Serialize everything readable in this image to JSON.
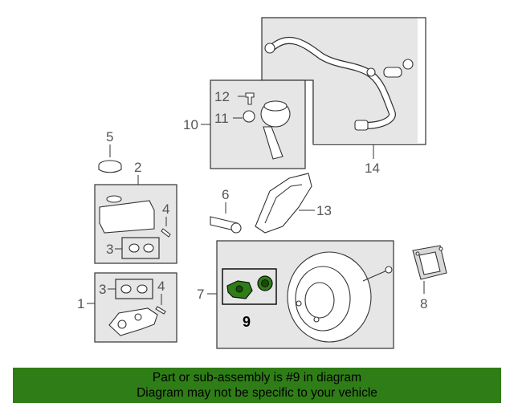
{
  "callouts": {
    "n1": "1",
    "n2": "2",
    "n3a": "3",
    "n3b": "3",
    "n4a": "4",
    "n4b": "4",
    "n5": "5",
    "n6": "6",
    "n7": "7",
    "n8": "8",
    "n9": "9",
    "n10": "10",
    "n11": "11",
    "n12": "12",
    "n13": "13",
    "n14": "14"
  },
  "banner": {
    "line1": "Part or sub-assembly is #9 in diagram",
    "line2": "Diagram may not be specific to your vehicle",
    "color": "#2f7d16"
  },
  "highlight_color": "#2f7d16"
}
